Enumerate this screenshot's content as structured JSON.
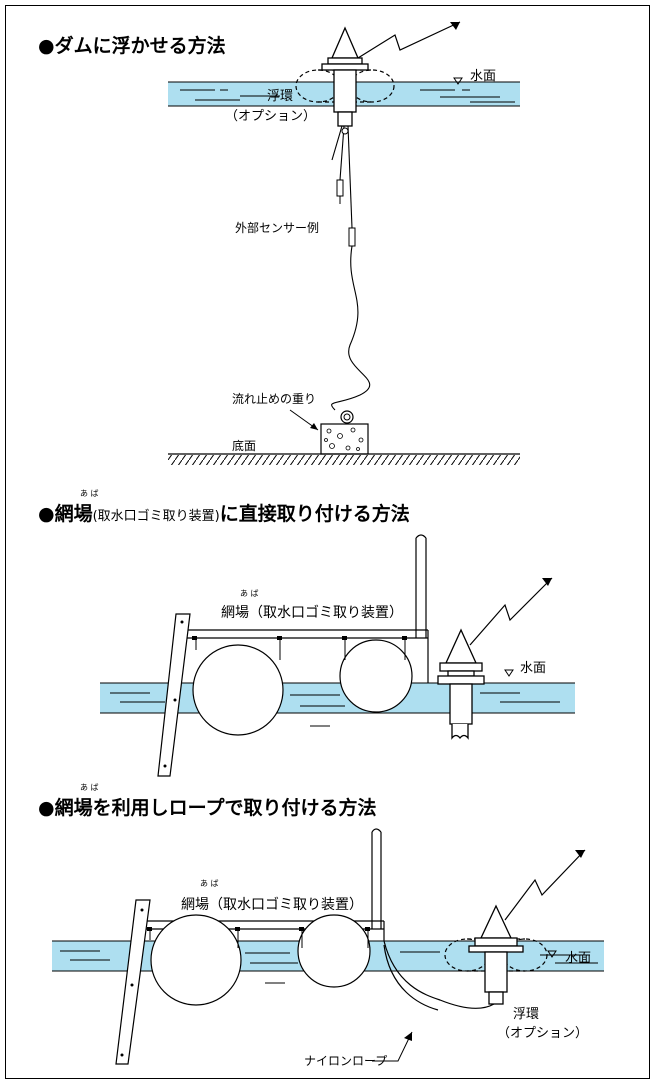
{
  "sections": [
    {
      "heading": "●ダムに浮かせる方法",
      "labels": {
        "water_surface": "水面",
        "float_ring": "浮環",
        "float_ring_note": "（オプション）",
        "sensor_example": "外部センサー例",
        "weight": "流れ止めの重り",
        "bottom": "底面"
      }
    },
    {
      "heading_ruby": "あ ば",
      "heading_main": "●網場",
      "heading_small": "(取水口ゴミ取り装置)",
      "heading_tail": "に直接取り付ける方法",
      "labels": {
        "ruby": "あ  ば",
        "net_site": "網場（取水口ゴミ取り装置）",
        "water_surface": "水面"
      }
    },
    {
      "heading_ruby": "あ ば",
      "heading": "●網場を利用しロープで取り付ける方法",
      "labels": {
        "ruby": "あ  ば",
        "net_site": "網場（取水口ゴミ取り装置）",
        "water_surface": "水面",
        "float_ring": "浮環",
        "float_ring_note": "（オプション）",
        "nylon_rope": "ナイロンロープ"
      }
    }
  ],
  "colors": {
    "water": "#aedff0",
    "line": "#000000",
    "background": "#ffffff"
  }
}
